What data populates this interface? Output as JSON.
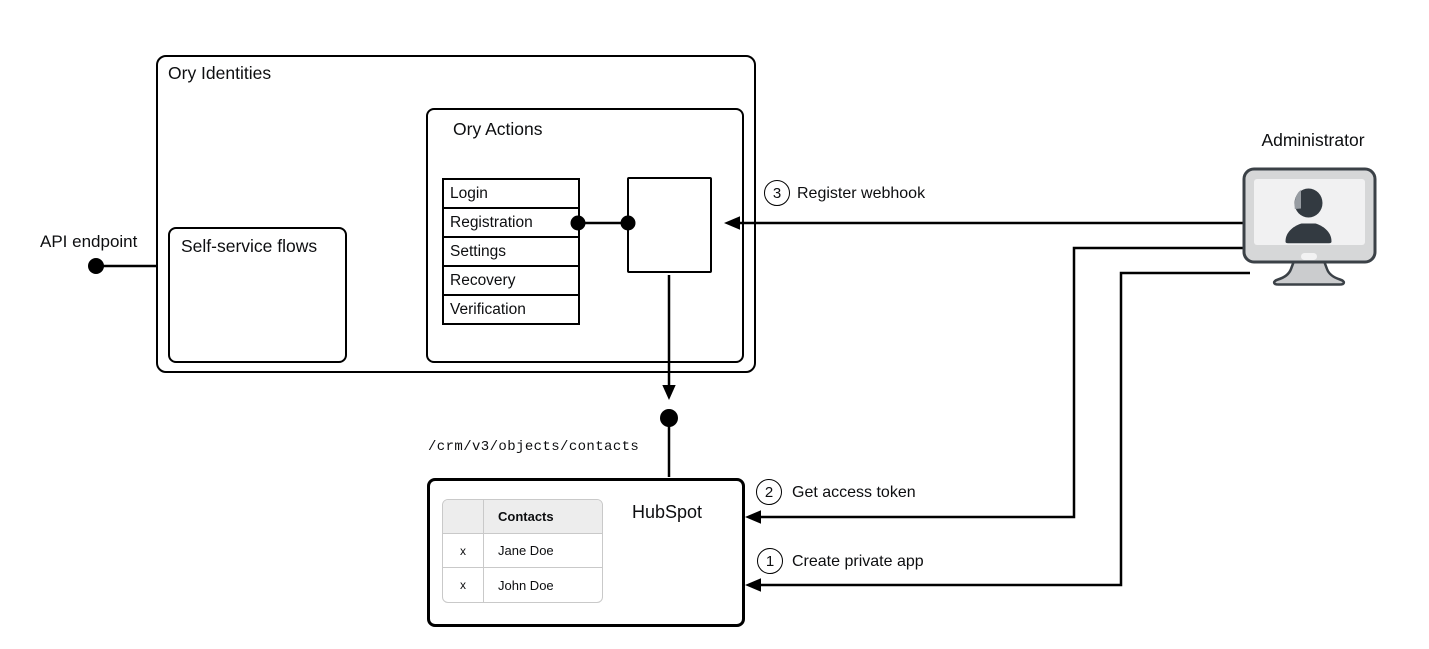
{
  "ory_identities": {
    "title": "Ory Identities",
    "self_service_flows": {
      "title": "Self-service flows"
    },
    "ory_actions": {
      "title": "Ory Actions",
      "flows": [
        "Login",
        "Registration",
        "Settings",
        "Recovery",
        "Verification"
      ]
    }
  },
  "api_endpoint": {
    "label": "API endpoint"
  },
  "administrator": {
    "label": "Administrator",
    "icon": "monitor-with-user-silhouette"
  },
  "hubspot": {
    "title": "HubSpot",
    "endpoint_path": "/crm/v3/objects/contacts",
    "contacts_table": {
      "header": "Contacts",
      "rows": [
        {
          "action": "x",
          "name": "Jane Doe"
        },
        {
          "action": "x",
          "name": "John Doe"
        }
      ]
    }
  },
  "steps": [
    {
      "number": "1",
      "label": "Create private app"
    },
    {
      "number": "2",
      "label": "Get access token"
    },
    {
      "number": "3",
      "label": "Register webhook"
    }
  ],
  "colors": {
    "line": "#000000",
    "text": "#0d0e10",
    "table_header_bg": "#ededed",
    "table_border": "#c9c9c9",
    "monitor_bezel": "#d6d7d8",
    "monitor_outline": "#3b4147",
    "monitor_screen": "#f1f1f2",
    "silhouette": "#333a41"
  }
}
